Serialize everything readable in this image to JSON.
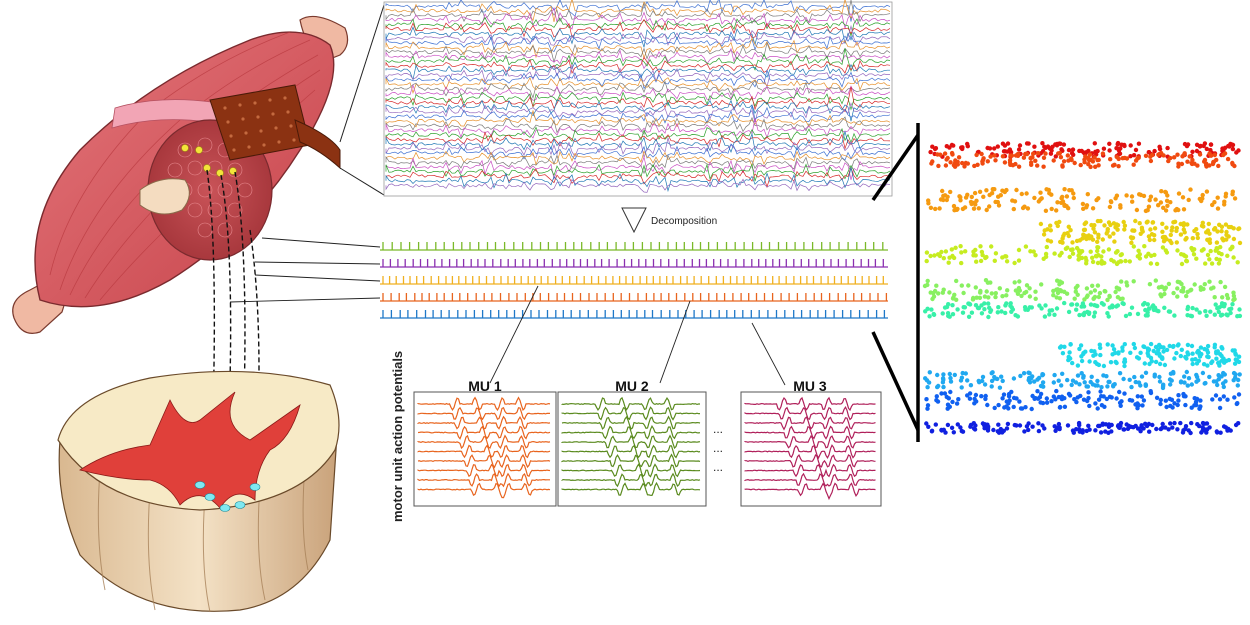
{
  "decomposition_label": "Decomposition",
  "motor_units": [
    {
      "label": "MU 1",
      "color": "#e8641e"
    },
    {
      "label": "MU 2",
      "color": "#5a8a1e"
    },
    {
      "label": "MU 3",
      "color": "#b0205a"
    }
  ],
  "side_label": "motor unit action potentials",
  "ellipsis": "...",
  "spike_train_colors": [
    "#7ab929",
    "#8a2fb0",
    "#f0b020",
    "#e8641e",
    "#1e78c8"
  ],
  "emg_line_colors": [
    "#3b6fd1",
    "#e6902b",
    "#7a7a7a",
    "#c94fc3",
    "#2aa02a",
    "#d62728",
    "#1f77b4",
    "#9467bd"
  ],
  "raster_colors": [
    "#e01010",
    "#f04a10",
    "#f59a10",
    "#e8d010",
    "#c6ec20",
    "#88f060",
    "#38f0a8",
    "#20d8e8",
    "#20a8f0",
    "#1060f0",
    "#1020e0"
  ]
}
